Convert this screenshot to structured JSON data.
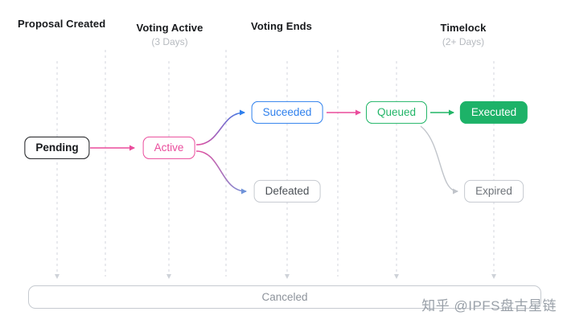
{
  "diagram": {
    "columns": [
      {
        "label": "Proposal Created",
        "sub": ""
      },
      {
        "label": "Voting Active",
        "sub": "(3 Days)"
      },
      {
        "label": "Voting Ends",
        "sub": ""
      },
      {
        "label": "Timelock",
        "sub": "(2+ Days)"
      }
    ],
    "nodes": {
      "pending": {
        "label": "Pending"
      },
      "active": {
        "label": "Active"
      },
      "suceeded": {
        "label": "Suceeded"
      },
      "defeated": {
        "label": "Defeated"
      },
      "queued": {
        "label": "Queued"
      },
      "executed": {
        "label": "Executed"
      },
      "expired": {
        "label": "Expired"
      }
    },
    "canceled": {
      "label": "Canceled"
    },
    "watermark": "知乎 @IPFS盘古星链"
  },
  "colors": {
    "pink": "#ea4c9c",
    "blue": "#2f80ed",
    "blue_gray": "#6f93d9",
    "green": "#21b567",
    "green_fill": "#1db268",
    "gray_arrow": "#c0c4ca",
    "gray_border": "#c6cad0",
    "gray_text": "#6d7278",
    "dashed": "#dadde2",
    "dash_arrow": "#ced2d8",
    "ink": "#17191c",
    "muted": "#b6babf",
    "canceled_text": "#8d939b",
    "watermark": "#9aa1a9"
  }
}
